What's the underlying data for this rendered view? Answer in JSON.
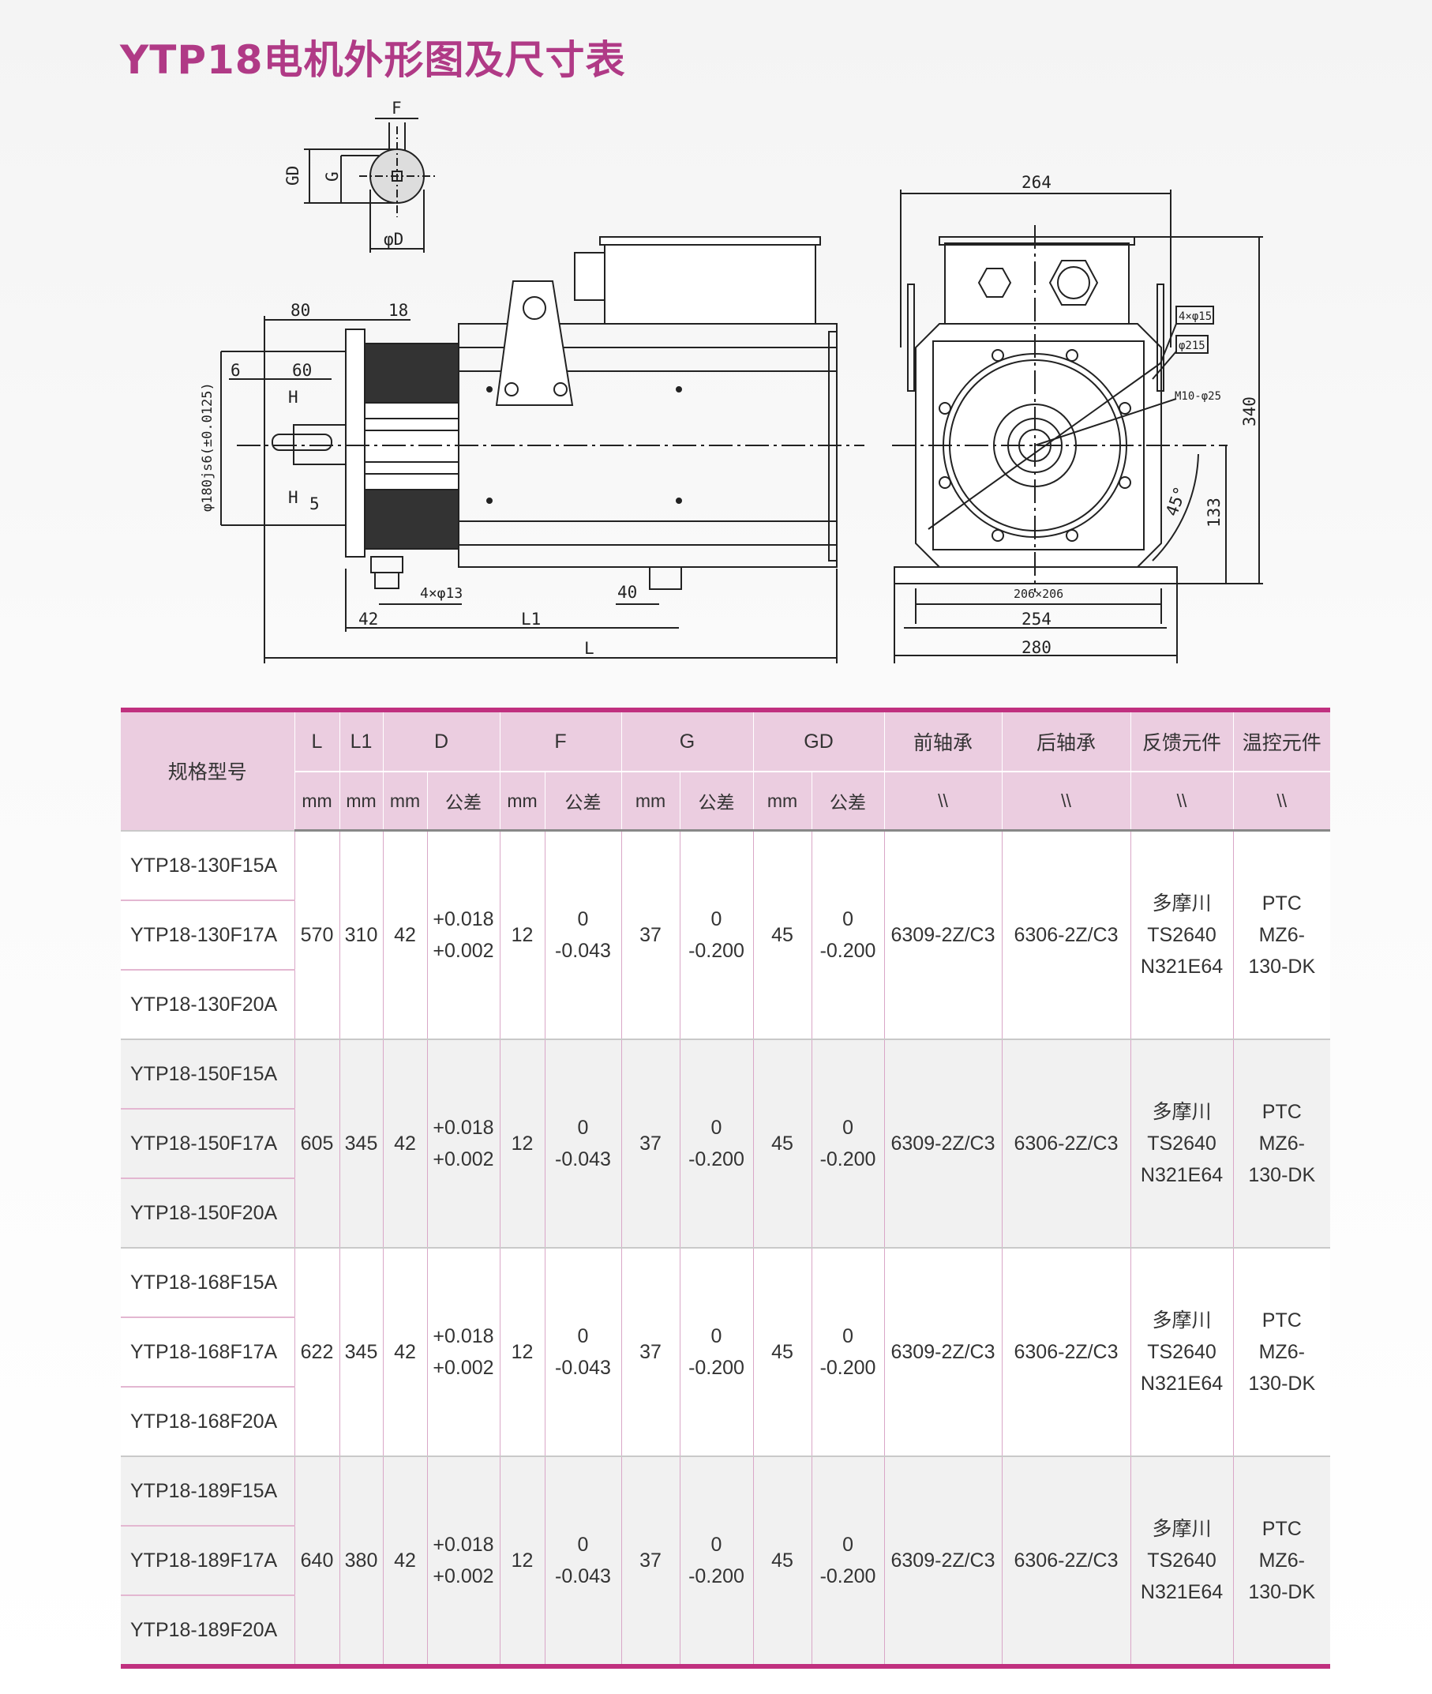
{
  "title": "YTP18电机外形图及尺寸表",
  "drawing": {
    "shaft_section": {
      "F": "F",
      "GD": "GD",
      "G": "G",
      "D": "φD"
    },
    "side_view": {
      "dim_80": "80",
      "dim_18": "18",
      "dim_6": "6",
      "dim_60": "60",
      "H_top": "H",
      "H_bottom": "H",
      "dim_5": "5",
      "spigot": "φ180js6(±0.0125)",
      "holes": "4×φ13",
      "dim_40": "40",
      "dim_42": "42",
      "L1": "L1",
      "L": "L"
    },
    "end_view": {
      "dim_264": "264",
      "dim_340": "340",
      "dim_133": "133",
      "angle": "45°",
      "square": "206×206",
      "dim_254": "254",
      "dim_280": "280",
      "holes": "4×φ15",
      "pcd": "φ215",
      "thread": "M10-φ25"
    }
  },
  "table": {
    "header": {
      "model": "规格型号",
      "cols": [
        "L",
        "L1",
        "D",
        "F",
        "G",
        "GD",
        "前轴承",
        "后轴承",
        "反馈元件",
        "温控元件"
      ],
      "units": [
        "mm",
        "mm",
        "mm",
        "公差",
        "mm",
        "公差",
        "mm",
        "公差",
        "mm",
        "公差",
        "\\\\",
        "\\\\",
        "\\\\",
        "\\\\"
      ]
    },
    "groups": [
      {
        "models": [
          "YTP18-130F15A",
          "YTP18-130F17A",
          "YTP18-130F20A"
        ],
        "L": "570",
        "L1": "310",
        "D": "42",
        "D_tol": [
          "+0.018",
          "+0.002"
        ],
        "F": "12",
        "F_tol": [
          "0",
          "-0.043"
        ],
        "G": "37",
        "G_tol": [
          "0",
          "-0.200"
        ],
        "GD": "45",
        "GD_tol": [
          "0",
          "-0.200"
        ],
        "front_bearing": "6309-2Z/C3",
        "rear_bearing": "6306-2Z/C3",
        "feedback": [
          "多摩川",
          "TS2640",
          "N321E64"
        ],
        "thermal": [
          "PTC",
          "MZ6-",
          "130-DK"
        ]
      },
      {
        "models": [
          "YTP18-150F15A",
          "YTP18-150F17A",
          "YTP18-150F20A"
        ],
        "L": "605",
        "L1": "345",
        "D": "42",
        "D_tol": [
          "+0.018",
          "+0.002"
        ],
        "F": "12",
        "F_tol": [
          "0",
          "-0.043"
        ],
        "G": "37",
        "G_tol": [
          "0",
          "-0.200"
        ],
        "GD": "45",
        "GD_tol": [
          "0",
          "-0.200"
        ],
        "front_bearing": "6309-2Z/C3",
        "rear_bearing": "6306-2Z/C3",
        "feedback": [
          "多摩川",
          "TS2640",
          "N321E64"
        ],
        "thermal": [
          "PTC",
          "MZ6-",
          "130-DK"
        ]
      },
      {
        "models": [
          "YTP18-168F15A",
          "YTP18-168F17A",
          "YTP18-168F20A"
        ],
        "L": "622",
        "L1": "345",
        "D": "42",
        "D_tol": [
          "+0.018",
          "+0.002"
        ],
        "F": "12",
        "F_tol": [
          "0",
          "-0.043"
        ],
        "G": "37",
        "G_tol": [
          "0",
          "-0.200"
        ],
        "GD": "45",
        "GD_tol": [
          "0",
          "-0.200"
        ],
        "front_bearing": "6309-2Z/C3",
        "rear_bearing": "6306-2Z/C3",
        "feedback": [
          "多摩川",
          "TS2640",
          "N321E64"
        ],
        "thermal": [
          "PTC",
          "MZ6-",
          "130-DK"
        ]
      },
      {
        "models": [
          "YTP18-189F15A",
          "YTP18-189F17A",
          "YTP18-189F20A"
        ],
        "L": "640",
        "L1": "380",
        "D": "42",
        "D_tol": [
          "+0.018",
          "+0.002"
        ],
        "F": "12",
        "F_tol": [
          "0",
          "-0.043"
        ],
        "G": "37",
        "G_tol": [
          "0",
          "-0.200"
        ],
        "GD": "45",
        "GD_tol": [
          "0",
          "-0.200"
        ],
        "front_bearing": "6309-2Z/C3",
        "rear_bearing": "6306-2Z/C3",
        "feedback": [
          "多摩川",
          "TS2640",
          "N321E64"
        ],
        "thermal": [
          "PTC",
          "MZ6-",
          "130-DK"
        ]
      }
    ]
  }
}
